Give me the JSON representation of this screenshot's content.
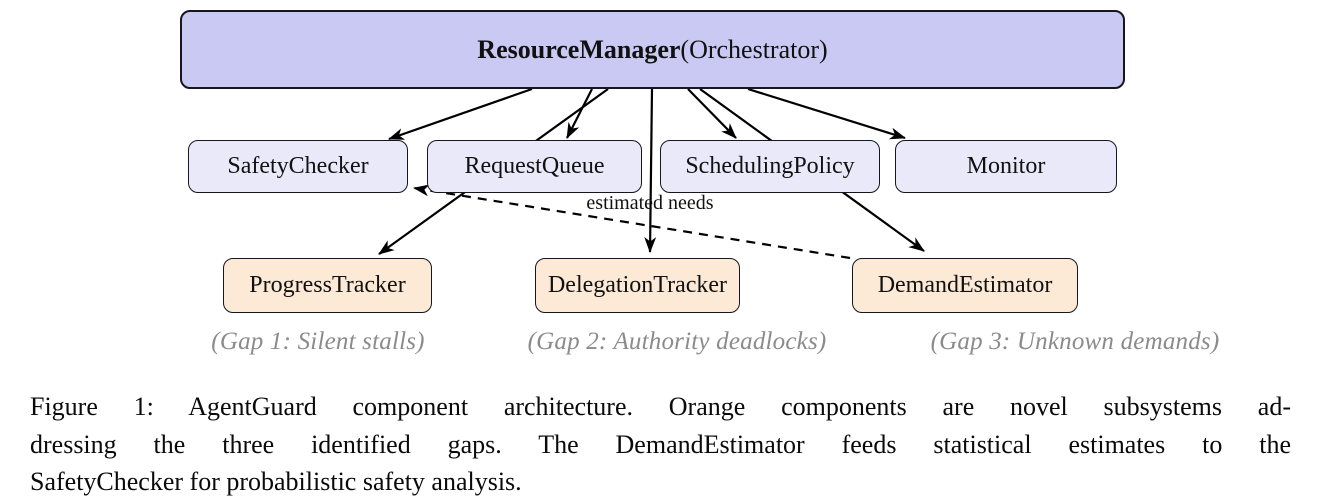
{
  "figure": {
    "diagram": {
      "orchestrator": {
        "name_bold": "ResourceManager",
        "name_rest": " (Orchestrator)"
      },
      "row2": [
        {
          "label": "SafetyChecker"
        },
        {
          "label": "RequestQueue"
        },
        {
          "label": "SchedulingPolicy"
        },
        {
          "label": "Monitor"
        }
      ],
      "row3": [
        {
          "label": "ProgressTracker"
        },
        {
          "label": "DelegationTracker"
        },
        {
          "label": "DemandEstimator"
        }
      ],
      "gaps": [
        {
          "label": "(Gap 1: Silent stalls)"
        },
        {
          "label": "(Gap 2: Authority deadlocks)"
        },
        {
          "label": "(Gap 3: Unknown demands)"
        }
      ],
      "edge_label": "estimated needs",
      "edges": [
        {
          "from": "ResourceManager",
          "to": "SafetyChecker",
          "style": "solid"
        },
        {
          "from": "ResourceManager",
          "to": "RequestQueue",
          "style": "solid"
        },
        {
          "from": "ResourceManager",
          "to": "ProgressTracker",
          "style": "solid"
        },
        {
          "from": "ResourceManager",
          "to": "DelegationTracker",
          "style": "solid"
        },
        {
          "from": "ResourceManager",
          "to": "SchedulingPolicy",
          "style": "solid"
        },
        {
          "from": "ResourceManager",
          "to": "DemandEstimator",
          "style": "solid"
        },
        {
          "from": "ResourceManager",
          "to": "Monitor",
          "style": "solid"
        },
        {
          "from": "DemandEstimator",
          "to": "SafetyChecker",
          "style": "dashed",
          "label": "estimated needs"
        }
      ],
      "colors": {
        "orchestrator_fill": "#c9c9f3",
        "component_fill": "#e9e9f9",
        "novel_fill": "#fcead7",
        "gap_text": "#8b8b8b",
        "border": "#16161e"
      }
    },
    "caption": {
      "line1": "Figure 1: AgentGuard component architecture. Orange components are novel subsystems ad-",
      "line2": "dressing the three identified gaps. The DemandEstimator feeds statistical estimates to the",
      "line3": "SafetyChecker for probabilistic safety analysis."
    }
  }
}
